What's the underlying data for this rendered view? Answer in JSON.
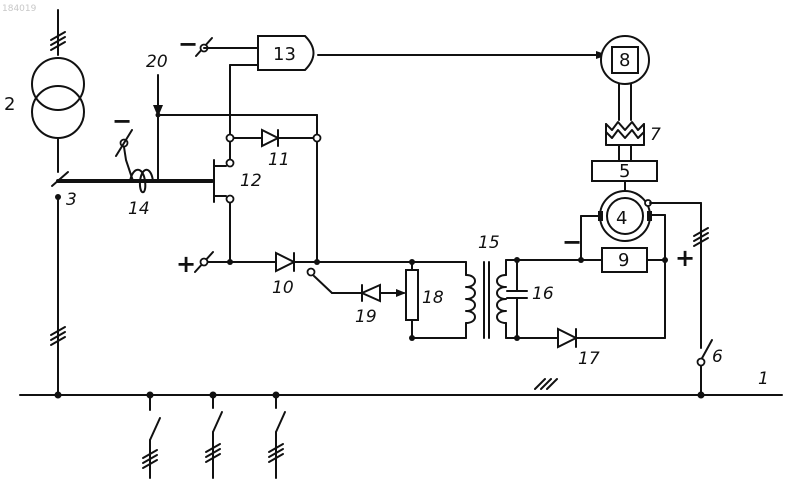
{
  "watermark": "184019",
  "labels": {
    "l1": "1",
    "l2": "2",
    "l3": "3",
    "l4": "4",
    "l5": "5",
    "l6": "6",
    "l7": "7",
    "l8": "8",
    "l9": "9",
    "l10": "10",
    "l11": "11",
    "l12": "12",
    "l13": "13",
    "l14": "14",
    "l15": "15",
    "l16": "16",
    "l17": "17",
    "l18": "18",
    "l19": "19",
    "l20": "20"
  },
  "signs": {
    "minus_top": "−",
    "minus_left": "−",
    "plus_left": "+",
    "minus_motor": "−",
    "plus_motor": "+"
  }
}
